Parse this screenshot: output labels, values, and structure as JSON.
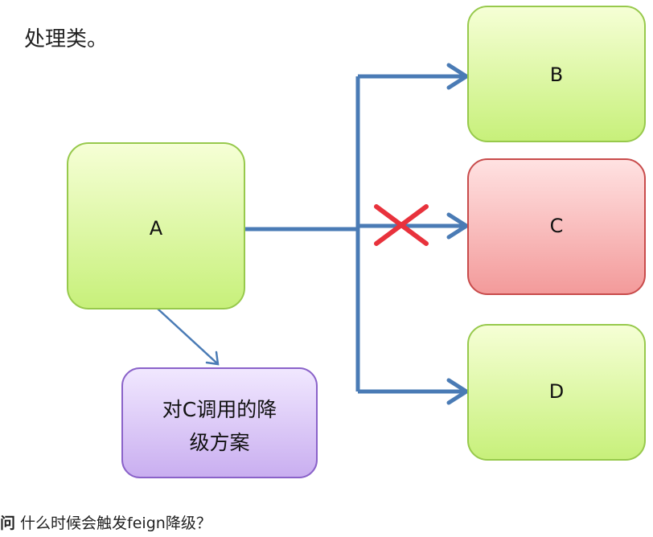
{
  "top_text": "处理类。",
  "nodes": {
    "a": "A",
    "b": "B",
    "c": "C",
    "d": "D",
    "fallback_line1": "对C调用的降",
    "fallback_line2": "级方案"
  },
  "question": {
    "prefix": "问",
    "text": " 什么时候会触发feign降级？"
  },
  "colors": {
    "node_green_top": "#f6ffd6",
    "node_green_bottom": "#c7f07a",
    "node_green_border": "#97c94c",
    "node_red_top": "#ffe2e2",
    "node_red_bottom": "#f39a9a",
    "node_red_border": "#c84b4b",
    "node_purple_top": "#f1e8ff",
    "node_purple_bottom": "#c9aef0",
    "node_purple_border": "#8a62c9",
    "arrow_blue": "#4a7bb5",
    "cross_red": "#e8323c"
  }
}
